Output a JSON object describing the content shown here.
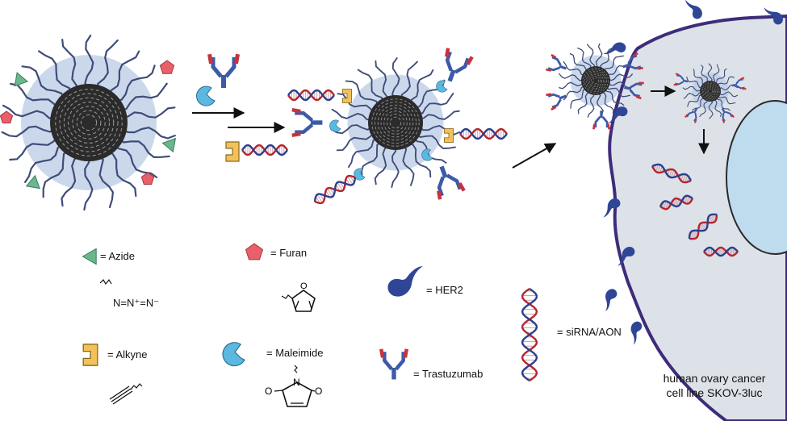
{
  "legend": {
    "azide": "= Azide",
    "furan": "= Furan",
    "her2": "= HER2",
    "sirna": "= siRNA/AON",
    "alkyne": "= Alkyne",
    "maleimide": "= Maleimide",
    "trastuzumab": "= Trastuzumab"
  },
  "formulas": {
    "azide": "N=N⁺=N⁻"
  },
  "cell_caption": {
    "line1": "human ovary cancer",
    "line2": "cell line SKOV-3luc"
  },
  "colors": {
    "core_glow": "#b9cbe6",
    "chain": "#3f4c77",
    "azide": "#6ab78f",
    "furan": "#e8606a",
    "alkyne": "#f2c15a",
    "maleimide": "#5bb8e0",
    "antibody_blue": "#3d5aa8",
    "antibody_red": "#c8323c",
    "her2": "#2f4596",
    "dna_red": "#b5262f",
    "dna_blue": "#2c3f8e",
    "cell_fill": "#dde2e9",
    "cell_edge": "#3e2c7a",
    "nucleus": "#bfdcef"
  },
  "icons": [
    "azide-icon",
    "furan-icon",
    "alkyne-icon",
    "maleimide-icon",
    "her2-icon",
    "trastuzumab-icon",
    "sirna-icon"
  ]
}
